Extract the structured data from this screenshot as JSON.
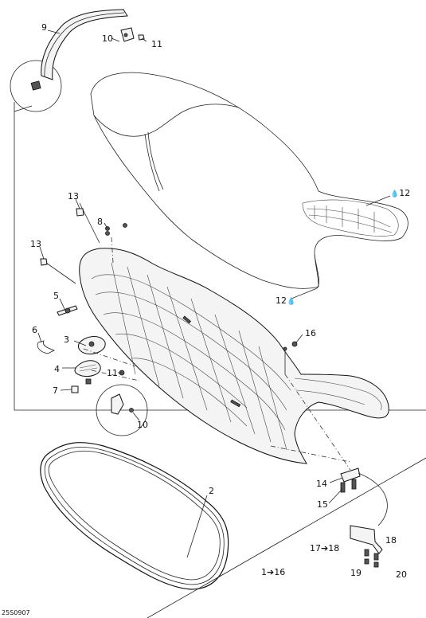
{
  "diagram": {
    "reference_code": "25S0907",
    "callouts": {
      "c1": "1",
      "c2": "2",
      "c3": "3",
      "c4": "4",
      "c5": "5",
      "c6": "6",
      "c7": "7",
      "c8": "8",
      "c9": "9",
      "c10a": "10",
      "c10b": "10",
      "c11a": "11",
      "c11b": "11",
      "c12a": "12",
      "c12b": "12",
      "c13a": "13",
      "c13b": "13",
      "c14": "14",
      "c15": "15",
      "c16": "16",
      "c17": "17",
      "c18a": "18",
      "c18b": "18",
      "c19": "19",
      "c20": "20",
      "c1to16_from": "1",
      "c1to16_to": "16",
      "c17to18_from": "17",
      "c17to18_to": "18"
    },
    "glyphs": {
      "arrow": "➔",
      "drop": "💧"
    }
  }
}
